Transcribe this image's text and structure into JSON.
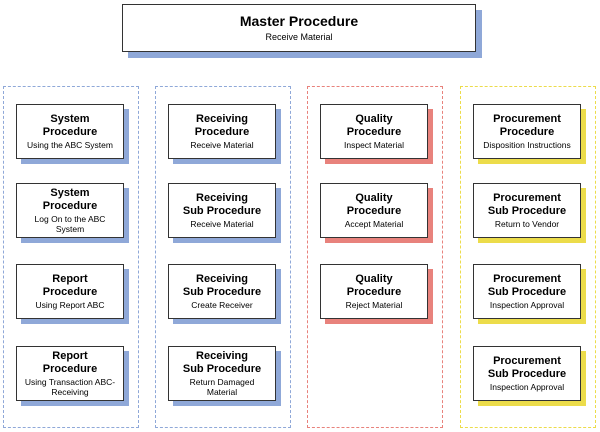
{
  "colors": {
    "blue": "#8fa8d8",
    "red": "#e8827c",
    "yellow": "#ecdc4a"
  },
  "master": {
    "title": "Master Procedure",
    "subtitle": "Receive Material"
  },
  "columns": [
    {
      "color": "blue",
      "boxes": [
        {
          "title": [
            "System",
            "Procedure"
          ],
          "subtitle": [
            "Using the ABC System"
          ]
        },
        {
          "title": [
            "System",
            "Procedure"
          ],
          "subtitle": [
            "Log On to the ABC",
            "System"
          ]
        },
        {
          "title": [
            "Report",
            "Procedure"
          ],
          "subtitle": [
            "Using Report ABC"
          ]
        },
        {
          "title": [
            "Report",
            "Procedure"
          ],
          "subtitle": [
            "Using Transaction ABC-",
            "Receiving"
          ]
        }
      ]
    },
    {
      "color": "blue",
      "boxes": [
        {
          "title": [
            "Receiving",
            "Procedure"
          ],
          "subtitle": [
            "Receive Material"
          ]
        },
        {
          "title": [
            "Receiving",
            "Sub Procedure"
          ],
          "subtitle": [
            "Receive Material"
          ]
        },
        {
          "title": [
            "Receiving",
            "Sub Procedure"
          ],
          "subtitle": [
            "Create Receiver"
          ]
        },
        {
          "title": [
            "Receiving",
            "Sub Procedure"
          ],
          "subtitle": [
            "Return Damaged",
            "Material"
          ]
        }
      ]
    },
    {
      "color": "red",
      "boxes": [
        {
          "title": [
            "Quality",
            "Procedure"
          ],
          "subtitle": [
            "Inspect Material"
          ]
        },
        {
          "title": [
            "Quality",
            "Procedure"
          ],
          "subtitle": [
            "Accept Material"
          ]
        },
        {
          "title": [
            "Quality",
            "Procedure"
          ],
          "subtitle": [
            "Reject Material"
          ]
        }
      ]
    },
    {
      "color": "yellow",
      "boxes": [
        {
          "title": [
            "Procurement",
            "Procedure"
          ],
          "subtitle": [
            "Disposition Instructions"
          ]
        },
        {
          "title": [
            "Procurement",
            "Sub Procedure"
          ],
          "subtitle": [
            "Return to Vendor"
          ]
        },
        {
          "title": [
            "Procurement",
            "Sub Procedure"
          ],
          "subtitle": [
            "Inspection Approval"
          ]
        },
        {
          "title": [
            "Procurement",
            "Sub Procedure"
          ],
          "subtitle": [
            "Inspection Approval"
          ]
        }
      ]
    }
  ]
}
